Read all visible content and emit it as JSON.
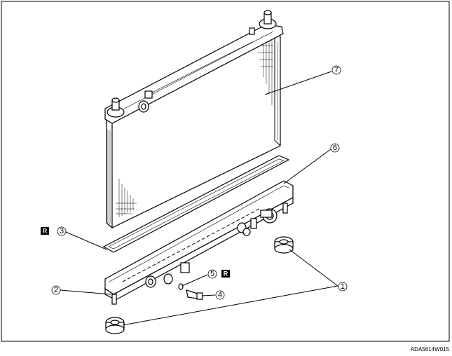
{
  "figure_code": "ADA5614W015",
  "callouts": [
    {
      "id": "1",
      "label": "1"
    },
    {
      "id": "2",
      "label": "2"
    },
    {
      "id": "3",
      "label": "3"
    },
    {
      "id": "4",
      "label": "4"
    },
    {
      "id": "5",
      "label": "5"
    },
    {
      "id": "6",
      "label": "6"
    },
    {
      "id": "7",
      "label": "7"
    }
  ],
  "replace_badge": "R"
}
